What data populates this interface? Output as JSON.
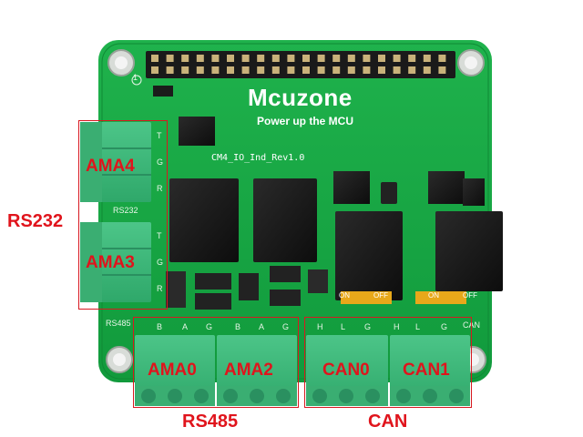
{
  "board": {
    "brand": "Mcuzone",
    "tagline": "Power up the MCU",
    "revision": "CM4_IO_Ind_Rev1.0",
    "silk_rs232": "RS232",
    "silk_rs485": "RS485",
    "silk_can": "CAN",
    "silk_on": "ON",
    "silk_off": "OFF",
    "pin_one": "1",
    "rs232_pins": [
      "T",
      "G",
      "R"
    ],
    "rs485_pins": [
      "B",
      "A",
      "G",
      "B",
      "A",
      "G"
    ],
    "can_pins": [
      "H",
      "L",
      "G",
      "H",
      "L",
      "G"
    ]
  },
  "labels": {
    "ama4": "AMA4",
    "ama3": "AMA3",
    "ama0": "AMA0",
    "ama2": "AMA2",
    "can0": "CAN0",
    "can1": "CAN1",
    "group_rs232": "RS232",
    "group_rs485": "RS485",
    "group_can": "CAN"
  },
  "colors": {
    "pcb": "#15a442",
    "terminal": "#3cb878",
    "annotation": "#e0141c"
  }
}
